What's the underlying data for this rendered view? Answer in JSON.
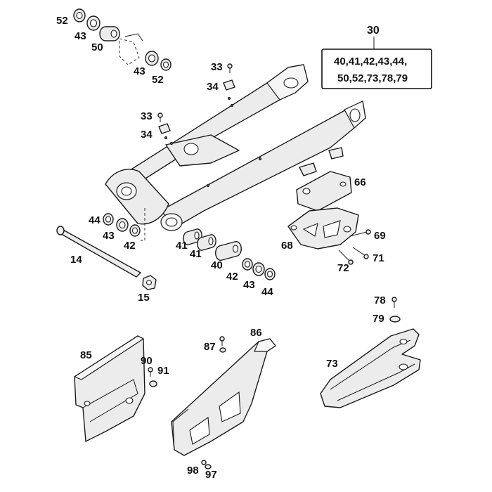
{
  "kit": {
    "number": "30",
    "contents_line1": "40,41,42,43,44,",
    "contents_line2": "50,52,73,78,79"
  },
  "callouts": {
    "c52a": "52",
    "c43a": "43",
    "c50": "50",
    "c43b": "43",
    "c52b": "52",
    "c33a": "33",
    "c34a": "34",
    "c33b": "33",
    "c34b": "34",
    "c66": "66",
    "c68": "68",
    "c69": "69",
    "c71": "71",
    "c72": "72",
    "c44a": "44",
    "c43c": "43",
    "c42a": "42",
    "c14": "14",
    "c15": "15",
    "c41a": "41",
    "c41b": "41",
    "c40": "40",
    "c42b": "42",
    "c43d": "43",
    "c44b": "44",
    "c78": "78",
    "c79": "79",
    "c73": "73",
    "c85": "85",
    "c90": "90",
    "c91": "91",
    "c86": "86",
    "c87": "87",
    "c98": "98",
    "c97": "97"
  }
}
